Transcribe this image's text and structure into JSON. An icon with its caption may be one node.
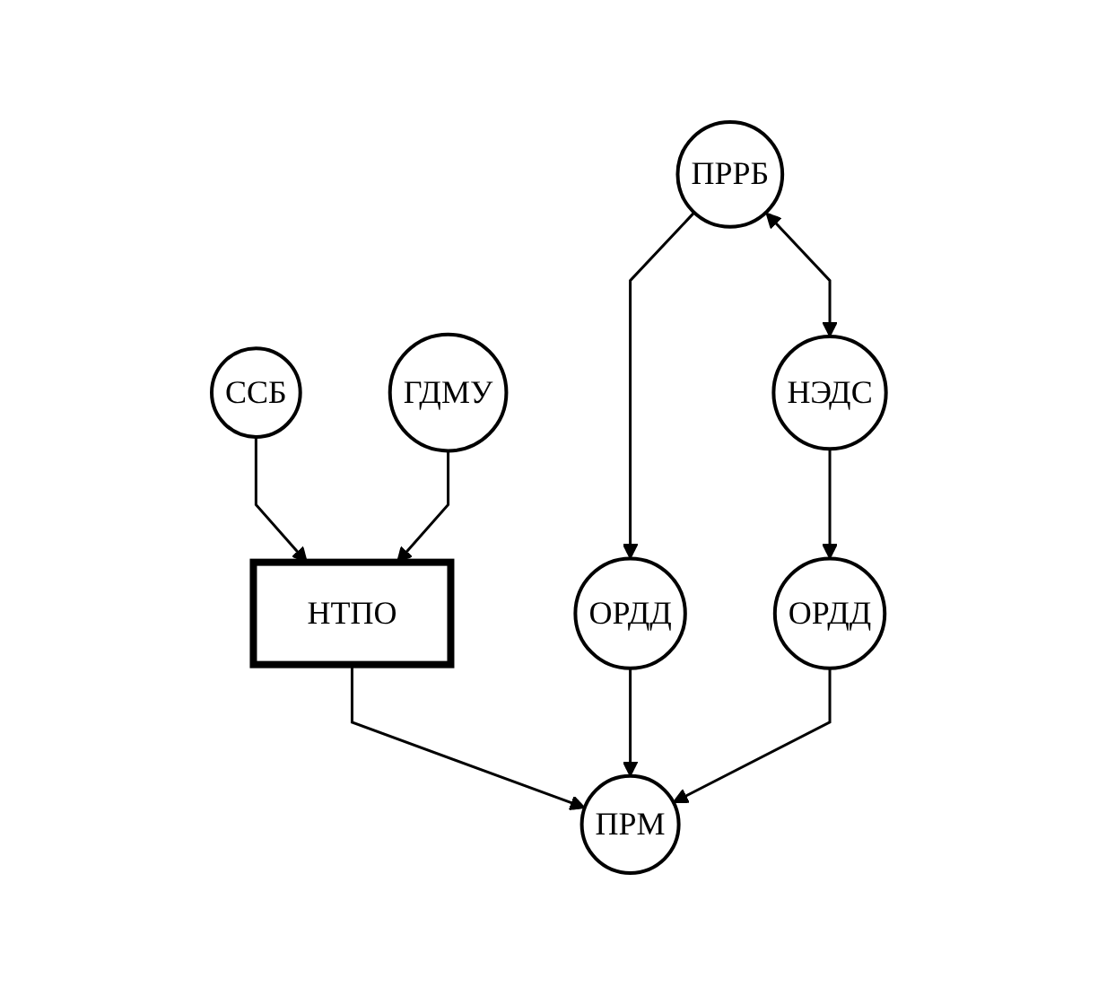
{
  "diagram": {
    "nodes": [
      {
        "text": [
          "ССБ"
        ]
      },
      {
        "text": [
          "ГДМУ"
        ]
      },
      {
        "text": [
          "НТПО"
        ]
      },
      {
        "text": [
          "ОРДД"
        ]
      },
      {
        "text": [
          "ПРМ"
        ]
      },
      {
        "text": [
          "ОРДД"
        ]
      },
      {
        "text": [
          "ПРРБ"
        ]
      },
      {
        "text": [
          "НЭДС"
        ]
      }
    ],
    "edges": [
      {
        "from": 0,
        "to": 2,
        "arrow": "to"
      },
      {
        "from": 1,
        "to": 2,
        "arrow": "to"
      },
      {
        "from": 2,
        "to": 4,
        "arrow": "to"
      },
      {
        "from": 3,
        "to": 4,
        "arrow": "to"
      },
      {
        "from": 5,
        "to": 4,
        "arrow": "to"
      },
      {
        "from": 6,
        "to": 3,
        "arrow": "to"
      },
      {
        "from": 6,
        "to": 7,
        "arrow": "both"
      },
      {
        "from": 7,
        "to": 5,
        "arrow": "to"
      }
    ]
  }
}
